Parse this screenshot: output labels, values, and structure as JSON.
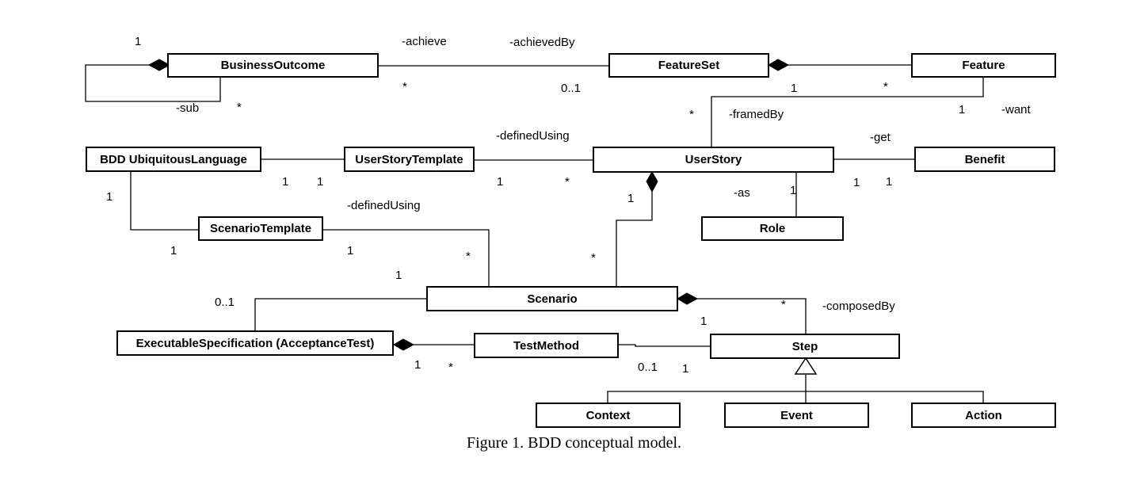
{
  "classes": {
    "business_outcome": "BusinessOutcome",
    "feature_set": "FeatureSet",
    "feature": "Feature",
    "ubiquitous_language": "BDD UbiquitousLanguage",
    "user_story_template": "UserStoryTemplate",
    "user_story": "UserStory",
    "benefit": "Benefit",
    "role": "Role",
    "scenario_template": "ScenarioTemplate",
    "scenario": "Scenario",
    "executable_specification": "ExecutableSpecification (AcceptanceTest)",
    "test_method": "TestMethod",
    "step": "Step",
    "context": "Context",
    "event": "Event",
    "action": "Action"
  },
  "roles": {
    "achieve": "-achieve",
    "achieved_by": "-achievedBy",
    "sub": "-sub",
    "framed_by": "-framedBy",
    "want": "-want",
    "defined_using_story": "-definedUsing",
    "get": "-get",
    "as": "-as",
    "defined_using_scenario": "-definedUsing",
    "composed_by": "-composedBy"
  },
  "multiplicities": {
    "bo_self_one": "1",
    "bo_self_many": "*",
    "bo_fs_many": "*",
    "bo_fs_zero_one": "0..1",
    "fs_feature_one": "1",
    "fs_feature_many": "*",
    "feature_story_many": "*",
    "feature_story_one": "1",
    "lang_ust_one_a": "1",
    "lang_ust_one_b": "1",
    "lang_st_one_a": "1",
    "lang_st_one_b": "1",
    "ust_story_one": "1",
    "ust_story_many": "*",
    "story_scenario_one": "1",
    "story_scenario_many": "*",
    "story_role_one": "1",
    "story_benefit_one_a": "1",
    "story_benefit_one_b": "1",
    "st_scenario_one": "1",
    "st_scenario_many": "*",
    "scenario_es_one": "1",
    "scenario_es_zero_one": "0..1",
    "scenario_step_many": "*",
    "scenario_step_one": "1",
    "es_tm_one": "1",
    "es_tm_many": "*",
    "tm_step_zero_one": "0..1",
    "tm_step_one": "1"
  },
  "caption": "Figure 1. BDD conceptual model."
}
